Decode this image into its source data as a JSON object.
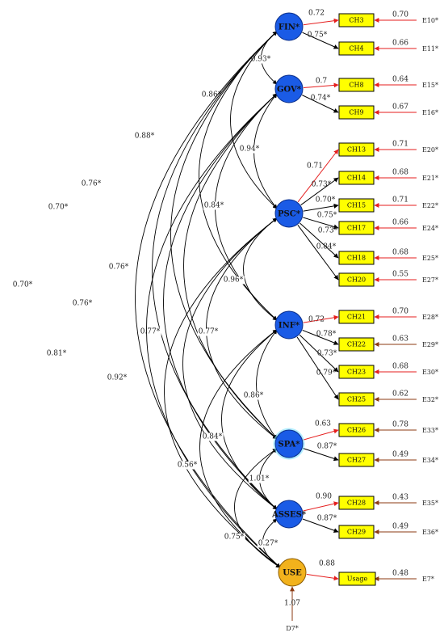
{
  "colors": {
    "latent_fill": "#1a5be6",
    "latent_stroke": "#0b2f8a",
    "use_fill": "#f2b21c",
    "use_stroke": "#8a5a00",
    "box_fill": "#ffff00",
    "box_stroke": "#000000",
    "red_arrow": "#e51e1e",
    "brown_arrow": "#8b3a12",
    "black_line": "#000000",
    "glow": "#7fe0ff"
  },
  "latents": [
    {
      "id": "FIN",
      "label": "FIN*"
    },
    {
      "id": "GOV",
      "label": "GOV*"
    },
    {
      "id": "PSC",
      "label": "PSC*"
    },
    {
      "id": "INF",
      "label": "INF*"
    },
    {
      "id": "SPA",
      "label": "SPA*"
    },
    {
      "id": "ASSES",
      "label": "ASSES*"
    },
    {
      "id": "USE",
      "label": "USE"
    }
  ],
  "indicators": [
    {
      "label": "CH3",
      "latent": "FIN",
      "loading": "0.72",
      "error_label": "E10*",
      "error_value": "0.70"
    },
    {
      "label": "CH4",
      "latent": "FIN",
      "loading": "0.75*",
      "error_label": "E11*",
      "error_value": "0.66"
    },
    {
      "label": "CH8",
      "latent": "GOV",
      "loading": "0.7",
      "error_label": "E15*",
      "error_value": "0.64"
    },
    {
      "label": "CH9",
      "latent": "GOV",
      "loading": "0.74*",
      "error_label": "E16*",
      "error_value": "0.67"
    },
    {
      "label": "CH13",
      "latent": "PSC",
      "loading": "0.71",
      "error_label": "E20*",
      "error_value": "0.71"
    },
    {
      "label": "CH14",
      "latent": "PSC",
      "loading": "0.73*",
      "error_label": "E21*",
      "error_value": "0.68"
    },
    {
      "label": "CH15",
      "latent": "PSC",
      "loading": "0.70*",
      "error_label": "E22*",
      "error_value": "0.71"
    },
    {
      "label": "CH17",
      "latent": "PSC",
      "loading": "0.75*",
      "error_label": "E24*",
      "error_value": "0.66"
    },
    {
      "label": "CH18",
      "latent": "PSC",
      "loading": "0.73*",
      "error_label": "E25*",
      "error_value": "0.68"
    },
    {
      "label": "CH20",
      "latent": "PSC",
      "loading": "0.84*",
      "error_label": "E27*",
      "error_value": "0.55"
    },
    {
      "label": "CH21",
      "latent": "INF",
      "loading": "0.72",
      "error_label": "E28*",
      "error_value": "0.70"
    },
    {
      "label": "CH22",
      "latent": "INF",
      "loading": "0.78*",
      "error_label": "E29*",
      "error_value": "0.63"
    },
    {
      "label": "CH23",
      "latent": "INF",
      "loading": "0.73*",
      "error_label": "E30*",
      "error_value": "0.68"
    },
    {
      "label": "CH25",
      "latent": "INF",
      "loading": "0.79*",
      "error_label": "E32*",
      "error_value": "0.62"
    },
    {
      "label": "CH26",
      "latent": "SPA",
      "loading": "0.63",
      "error_label": "E33*",
      "error_value": "0.78"
    },
    {
      "label": "CH27",
      "latent": "SPA",
      "loading": "0.87*",
      "error_label": "E34*",
      "error_value": "0.49"
    },
    {
      "label": "CH28",
      "latent": "ASSES",
      "loading": "0.90",
      "error_label": "E35*",
      "error_value": "0.43"
    },
    {
      "label": "CH29",
      "latent": "ASSES",
      "loading": "0.87*",
      "error_label": "E36*",
      "error_value": "0.49"
    },
    {
      "label": "Usage",
      "latent": "USE",
      "loading": "0.88",
      "error_label": "E7*",
      "error_value": "0.48"
    }
  ],
  "disturbance": {
    "label": "D7*",
    "value": "1.07"
  },
  "correlations": [
    {
      "from": "FIN",
      "to": "GOV",
      "value": "0.93*"
    },
    {
      "from": "FIN",
      "to": "PSC",
      "value": "0.86*"
    },
    {
      "from": "GOV",
      "to": "PSC",
      "value": "0.94*"
    },
    {
      "from": "FIN",
      "to": "INF",
      "value": "0.88*"
    },
    {
      "from": "GOV",
      "to": "INF",
      "value": "0.84*"
    },
    {
      "from": "PSC",
      "to": "INF",
      "value": "0.96*"
    },
    {
      "from": "FIN",
      "to": "SPA",
      "value": "0.76*"
    },
    {
      "from": "GOV",
      "to": "SPA",
      "value": "0.76*"
    },
    {
      "from": "PSC",
      "to": "SPA",
      "value": "0.77*"
    },
    {
      "from": "INF",
      "to": "SPA",
      "value": "0.86*"
    },
    {
      "from": "FIN",
      "to": "ASSES",
      "value": "0.70*"
    },
    {
      "from": "GOV",
      "to": "ASSES",
      "value": "0.76*"
    },
    {
      "from": "PSC",
      "to": "ASSES",
      "value": "0.77*"
    },
    {
      "from": "INF",
      "to": "ASSES",
      "value": "0.84*"
    },
    {
      "from": "SPA",
      "to": "ASSES",
      "value": "1.01*"
    },
    {
      "from": "FIN",
      "to": "USE",
      "value": "0.70*"
    },
    {
      "from": "GOV",
      "to": "USE",
      "value": "0.81*"
    },
    {
      "from": "PSC",
      "to": "USE",
      "value": "0.92*"
    },
    {
      "from": "INF",
      "to": "USE",
      "value": "0.56*"
    },
    {
      "from": "SPA",
      "to": "USE",
      "value": "0.75*"
    },
    {
      "from": "ASSES",
      "to": "USE",
      "value": "0.27*"
    }
  ]
}
